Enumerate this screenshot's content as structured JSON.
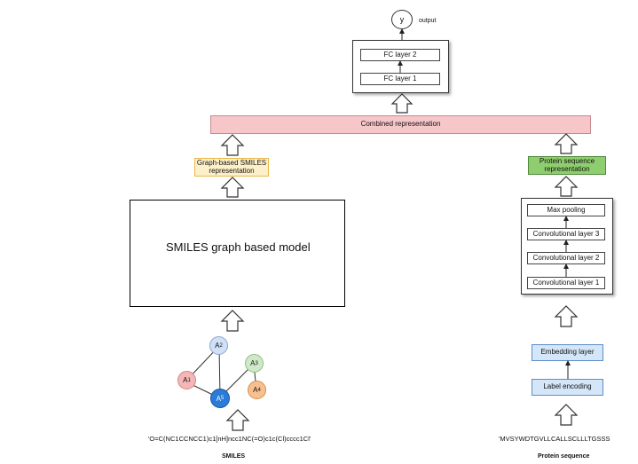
{
  "output": {
    "node_label": "y",
    "text": "output"
  },
  "fc": {
    "layer2": "FC layer 2",
    "layer1": "FC layer 1"
  },
  "combined": "Combined representation",
  "graph_rep": {
    "line1": "Graph-based SMILES",
    "line2": "representation"
  },
  "protein_rep": {
    "line1": "Protein sequence",
    "line2": "representation"
  },
  "smiles_model": "SMILES graph based model",
  "cnn": {
    "max_pooling": "Max pooling",
    "conv3": "Convolutional layer 3",
    "conv2": "Convolutional layer 2",
    "conv1": "Convolutional layer 1"
  },
  "embedding": "Embedding layer",
  "label_encoding": "Label encoding",
  "graph_nodes": {
    "a1": {
      "base": "A",
      "sub": "1"
    },
    "a2": {
      "base": "A",
      "sub": "2"
    },
    "a3": {
      "base": "A",
      "sub": "3"
    },
    "a4": {
      "base": "A",
      "sub": "4"
    },
    "a5": {
      "base": "A",
      "sub": "5"
    }
  },
  "smiles_string": "'O=C(NC1CCNCC1)c1[nH]ncc1NC(=O)c1c(Cl)cccc1Cl'",
  "protein_string": "'MVSYWDTGVLLCALLSCLLLTGSSS",
  "captions": {
    "smiles": "SMILES",
    "protein": "Protein sequence"
  },
  "colors": {
    "combined_fill": "#f6c6c8",
    "graph_rep_fill": "#fdf0c8",
    "graph_rep_border": "#e8b84a",
    "protein_rep_fill": "#8fce6e",
    "blue_box_fill": "#d4e6f8",
    "blue_box_border": "#5b8ec9",
    "node_a1": "#f4b6b6",
    "node_a2": "#cfe0f7",
    "node_a3": "#cfe9c8",
    "node_a4": "#f7c08e",
    "node_a5": "#2b7bd8"
  }
}
